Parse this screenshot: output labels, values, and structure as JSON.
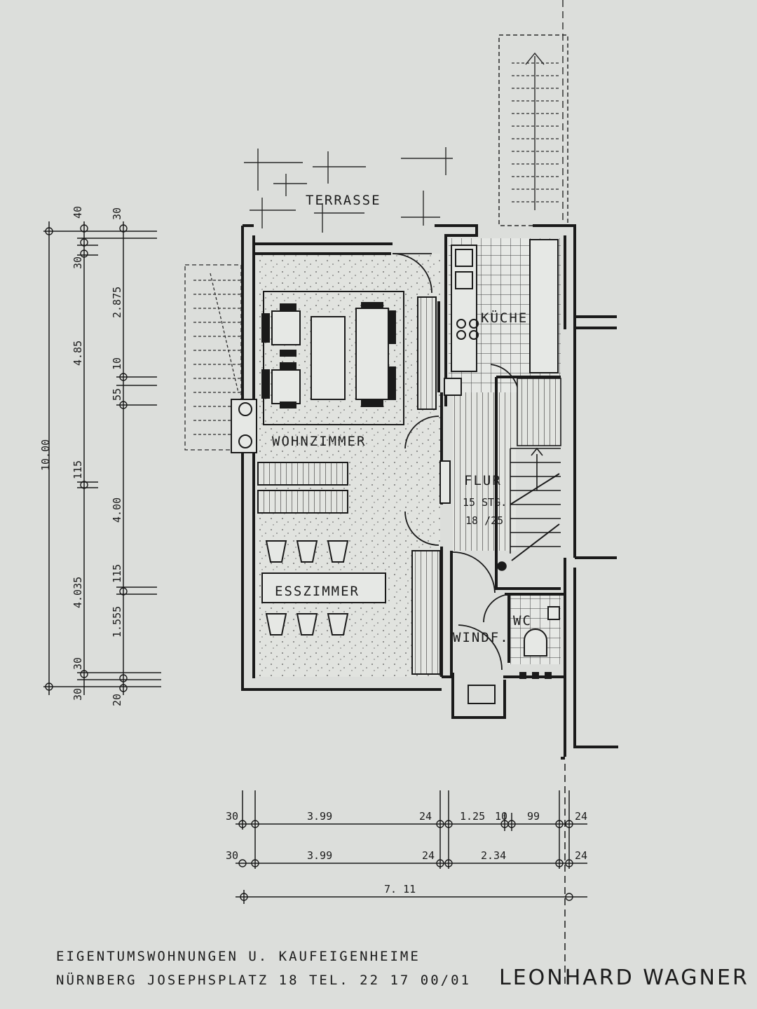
{
  "rooms": {
    "terrace": "TERRASSE",
    "living": "WOHNZIMMER",
    "dining": "ESSZIMMER",
    "kitchen": "KÜCHE",
    "hall": "FLUR",
    "stairs_count": "15 STG.",
    "stairs_ratio": "18 /25",
    "wc": "WC",
    "vestibule": "WINDF."
  },
  "dimensions_left": {
    "total": "10.00",
    "col1": [
      "40",
      "30",
      "4.85",
      "115",
      "4.035",
      "30",
      "30"
    ],
    "col2": [
      "30",
      "2.875",
      "10",
      "55",
      "4.00",
      "115",
      "1.555",
      "20"
    ]
  },
  "dimensions_bottom": {
    "row1": [
      "30",
      "3.99",
      "24",
      "1.25",
      "10",
      "99",
      "24"
    ],
    "row2": [
      "30",
      "3.99",
      "24",
      "2.34",
      "24"
    ],
    "total": "7. 11"
  },
  "footer": {
    "line1": "EIGENTUMSWOHNUNGEN  U. KAUFEIGENHEIME",
    "line2": "NÜRNBERG  JOSEPHSPLATZ  18  TEL. 22 17 00/01",
    "brand": "LEONHARD WAGNER"
  }
}
